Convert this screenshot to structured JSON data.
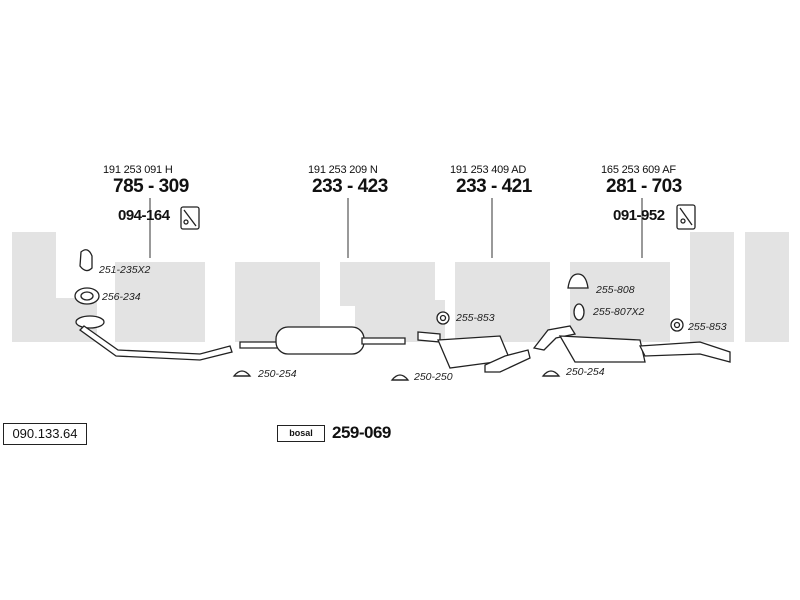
{
  "items": [
    {
      "oem": "191 253 091 H",
      "num": "785 - 309",
      "sub": "094-164"
    },
    {
      "oem": "191 253 209 N",
      "num": "233 - 423"
    },
    {
      "oem": "191 253 409 AD",
      "num": "233 - 421"
    },
    {
      "oem": "165 253 609 AF",
      "num": "281 - 703",
      "sub": "091-952"
    }
  ],
  "parts": [
    "251-235X2",
    "256-234",
    "250-254",
    "255-853",
    "250-250",
    "255-808",
    "255-807X2",
    "255-853",
    "250-254"
  ],
  "reference": "090.133.64",
  "brand_badge": "bosal",
  "kit_number": "259-069",
  "watermark_color": "#e3e3e3"
}
